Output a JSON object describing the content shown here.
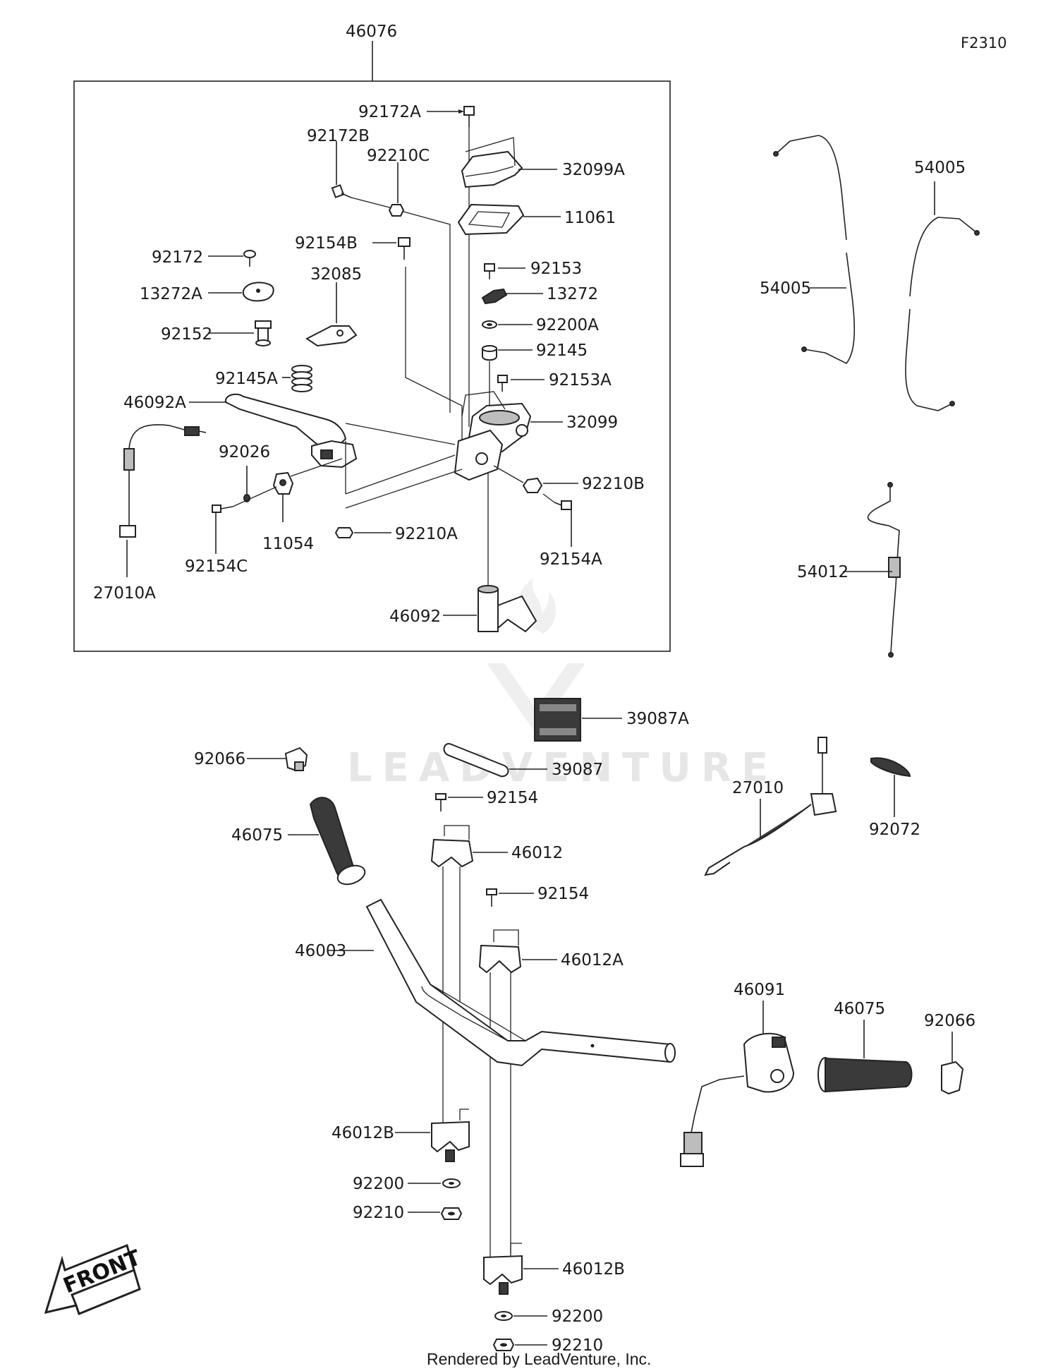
{
  "diagram_code": "F2310",
  "footer": "Rendered by LeadVenture, Inc.",
  "watermark": "LEADVENTURE",
  "front_label": "FRONT",
  "labels": {
    "p46076": "46076",
    "p92172A": "92172A",
    "p92172B": "92172B",
    "p92210C": "92210C",
    "p32099A": "32099A",
    "p11061": "11061",
    "p92154B": "92154B",
    "p92172": "92172",
    "p32085": "32085",
    "p92153": "92153",
    "p13272A": "13272A",
    "p13272": "13272",
    "p92200A": "92200A",
    "p92152": "92152",
    "p92145": "92145",
    "p92145A": "92145A",
    "p92153A": "92153A",
    "p46092A": "46092A",
    "p32099": "32099",
    "p92026": "92026",
    "p92210B": "92210B",
    "p92210A": "92210A",
    "p11054": "11054",
    "p92154C": "92154C",
    "p92154A": "92154A",
    "p27010A": "27010A",
    "p46092": "46092",
    "p54005a": "54005",
    "p54005b": "54005",
    "p54012": "54012",
    "p39087A": "39087A",
    "p92066a": "92066",
    "p39087": "39087",
    "p27010": "27010",
    "p92154a": "92154",
    "p92072": "92072",
    "p46075a": "46075",
    "p46012": "46012",
    "p92154b": "92154",
    "p46003": "46003",
    "p46012A": "46012A",
    "p46091": "46091",
    "p46075b": "46075",
    "p92066b": "92066",
    "p46012Ba": "46012B",
    "p92200a": "92200",
    "p92210a": "92210",
    "p46012Bb": "46012B",
    "p92200b": "92200",
    "p92210b": "92210"
  }
}
